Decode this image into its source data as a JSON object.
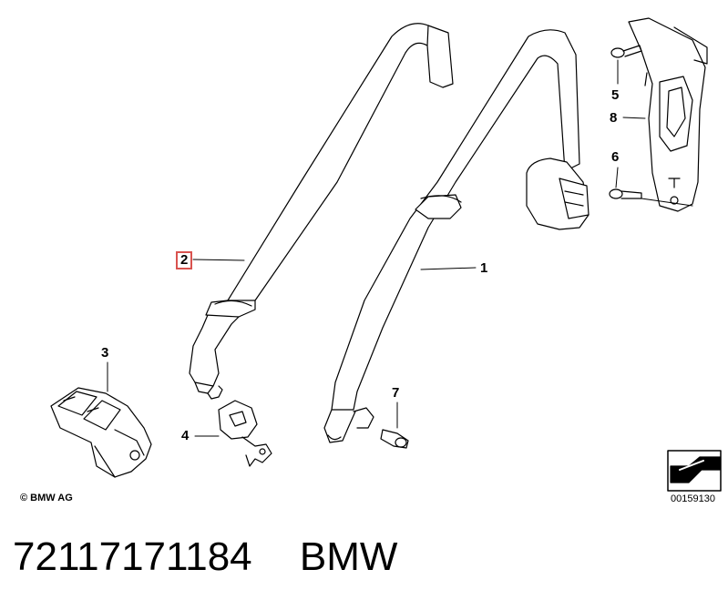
{
  "diagram": {
    "callouts": [
      {
        "id": "c1",
        "label": "1"
      },
      {
        "id": "c2",
        "label": "2",
        "highlighted": true
      },
      {
        "id": "c3",
        "label": "3"
      },
      {
        "id": "c4",
        "label": "4"
      },
      {
        "id": "c5",
        "label": "5"
      },
      {
        "id": "c6",
        "label": "6"
      },
      {
        "id": "c7",
        "label": "7"
      },
      {
        "id": "c8",
        "label": "8"
      }
    ],
    "copyright": "© BMW AG",
    "reference_code": "00159130",
    "highlight_color": "#d9534f",
    "line_color": "#000000"
  },
  "footer": {
    "part_number": "72117171184",
    "brand": "BMW"
  }
}
